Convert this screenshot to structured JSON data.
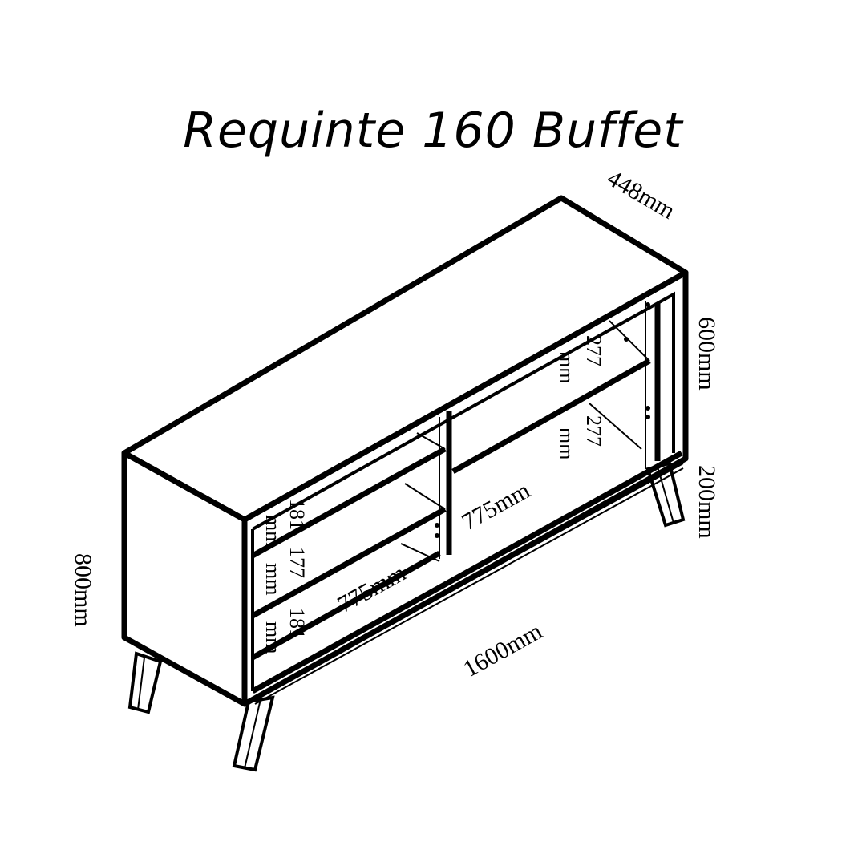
{
  "title": "Requinte 160 Buffet",
  "dimensions": {
    "depth": "448mm",
    "upper_height": "600mm",
    "leg_height": "200mm",
    "total_height": "800mm",
    "width": "1600mm",
    "left_compartment_width": "775mm",
    "right_compartment_width": "775mm",
    "right_upper_shelf": "277",
    "right_lower_shelf": "277",
    "left_top_drawer": "181",
    "left_middle_drawer": "177",
    "left_bottom_drawer": "181",
    "unit": "mm"
  }
}
